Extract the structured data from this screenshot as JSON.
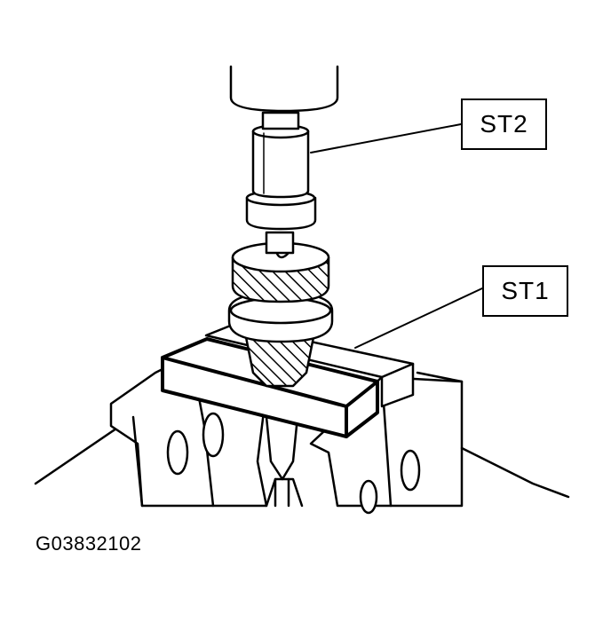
{
  "callouts": {
    "st2": "ST2",
    "st1": "ST1"
  },
  "figure_code": "G03832102",
  "colors": {
    "line": "#000000",
    "fill": "#ffffff"
  }
}
